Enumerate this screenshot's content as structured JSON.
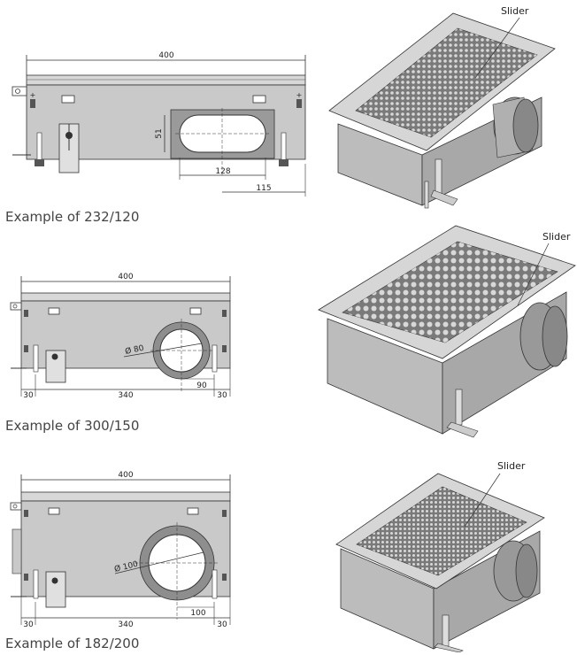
{
  "colors": {
    "body_fill": "#c9c9c9",
    "rim_fill": "#b5b5b5",
    "grate_fill": "#7a7a7a",
    "line": "#333333"
  },
  "examples": [
    {
      "caption": "Example of 232/120",
      "dims": {
        "width": "400",
        "height": "51",
        "slot_width": "128",
        "offset": "115"
      },
      "slider_label": "Slider"
    },
    {
      "caption": "Example of 300/150",
      "dims": {
        "width": "400",
        "diameter": "Ø 80",
        "left": "30",
        "mid": "340",
        "right_gap": "90",
        "right": "30"
      },
      "slider_label": "Slider"
    },
    {
      "caption": "Example of 182/200",
      "dims": {
        "width": "400",
        "diameter": "Ø 100",
        "left": "30",
        "mid": "340",
        "right_gap": "100",
        "right": "30"
      },
      "slider_label": "Slider"
    }
  ]
}
